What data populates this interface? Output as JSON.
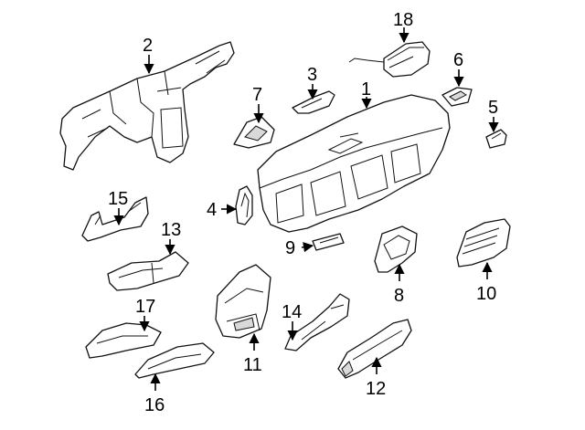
{
  "callouts": {
    "c1": "1",
    "c2": "2",
    "c3": "3",
    "c4": "4",
    "c5": "5",
    "c6": "6",
    "c7": "7",
    "c8": "8",
    "c9": "9",
    "c10": "10",
    "c11": "11",
    "c12": "12",
    "c13": "13",
    "c14": "14",
    "c15": "15",
    "c16": "16",
    "c17": "17",
    "c18": "18"
  },
  "colors": {
    "line": "#111111",
    "fill": "#ffffff",
    "shade": "#d9d9d9"
  }
}
